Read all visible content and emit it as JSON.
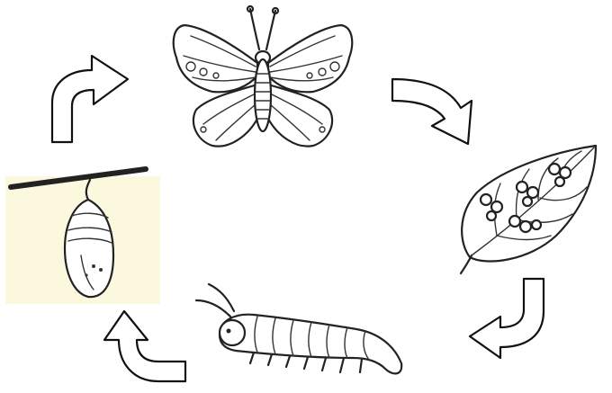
{
  "diagram": {
    "type": "life-cycle",
    "stages": [
      {
        "id": "butterfly",
        "icon": "butterfly-drawing"
      },
      {
        "id": "eggs",
        "icon": "eggs-on-leaf-drawing"
      },
      {
        "id": "caterpillar",
        "icon": "caterpillar-drawing"
      },
      {
        "id": "chrysalis",
        "icon": "chrysalis-drawing",
        "background": "#fbf8de"
      }
    ],
    "arrows": [
      {
        "from": "butterfly",
        "to": "eggs"
      },
      {
        "from": "eggs",
        "to": "caterpillar"
      },
      {
        "from": "caterpillar",
        "to": "chrysalis"
      },
      {
        "from": "chrysalis",
        "to": "butterfly"
      }
    ],
    "colors": {
      "line": "#222222",
      "chrysalis_panel": "#fbf8de",
      "background": "#ffffff"
    }
  }
}
